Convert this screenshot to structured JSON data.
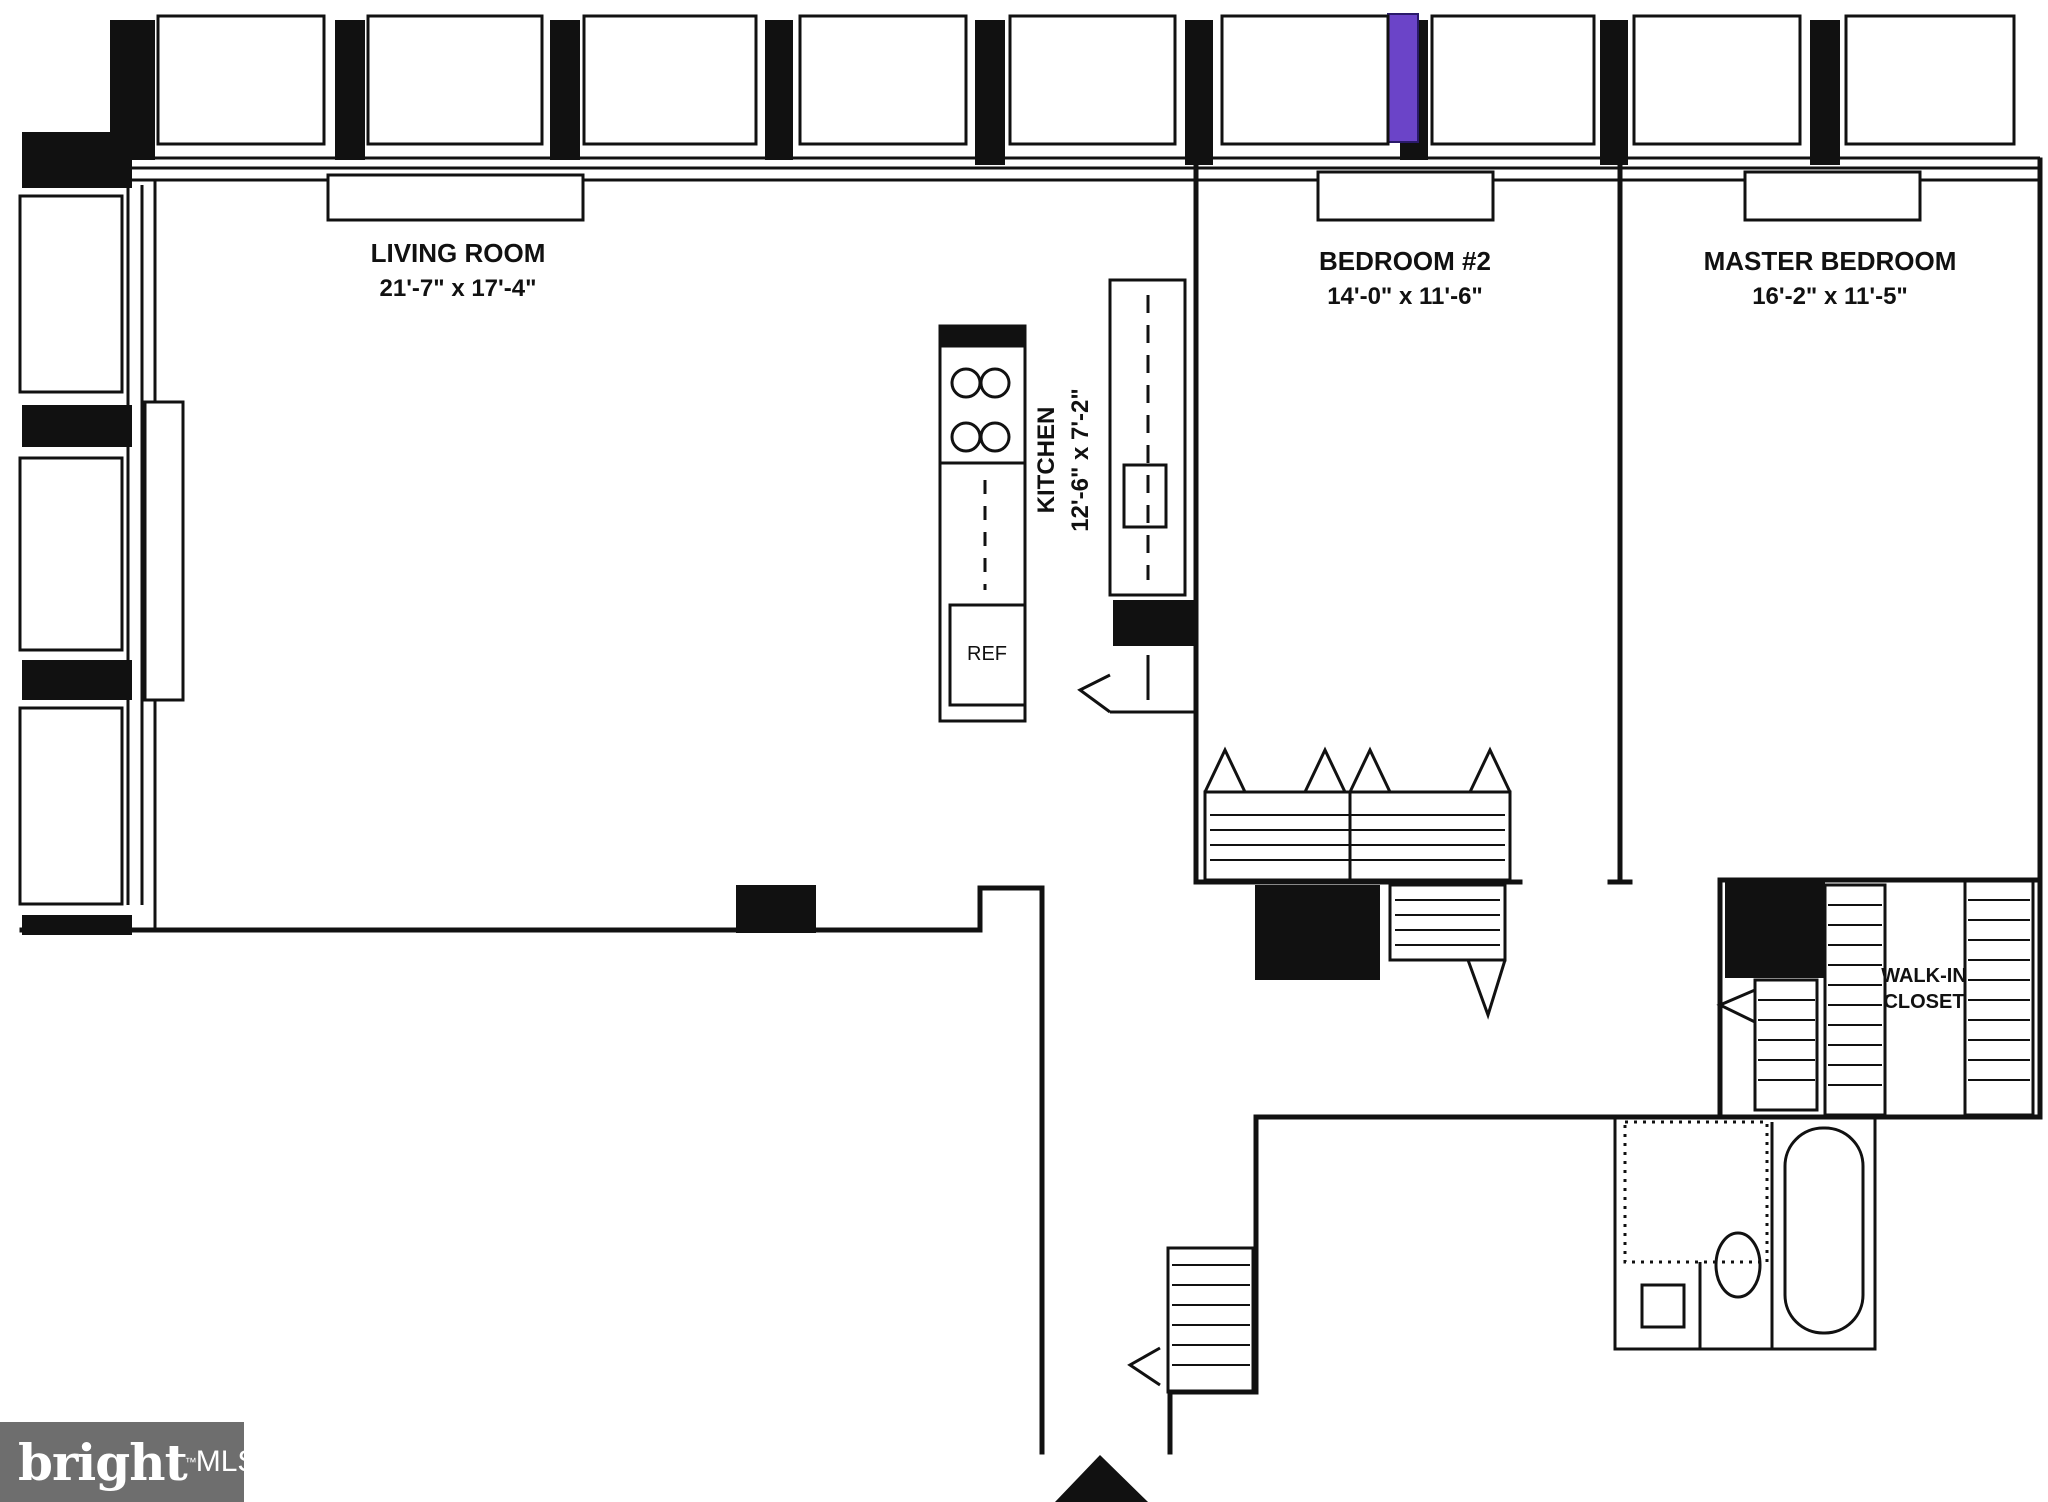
{
  "rooms": {
    "living": {
      "name": "LIVING ROOM",
      "dims": "21'-7\" x 17'-4\""
    },
    "bedroom2": {
      "name": "BEDROOM #2",
      "dims": "14'-0\" x 11'-6\""
    },
    "master": {
      "name": "MASTER BEDROOM",
      "dims": "16'-2\" x 11'-5\""
    },
    "kitchen": {
      "name": "KITCHEN",
      "dims": "12'-6\" x 7'-2\""
    },
    "closet": {
      "line1": "WALK-IN",
      "line2": "CLOSET"
    },
    "ref": "REF"
  },
  "brand": {
    "logo_text": "bright",
    "tm": "™",
    "suffix": "MLS"
  },
  "colors": {
    "wall": "#111111",
    "accent_window": "#6b44c8",
    "logo_bg": "#6e6e6e",
    "logo_dot": "#e8452c"
  }
}
